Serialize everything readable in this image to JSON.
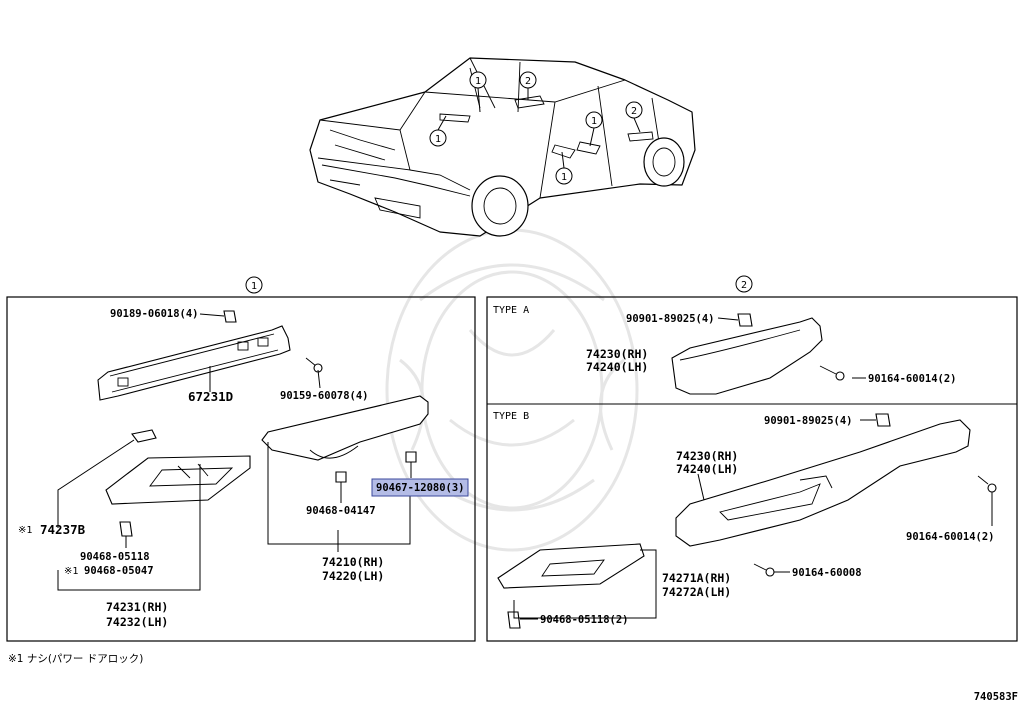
{
  "callouts": {
    "one": "1",
    "two": "2"
  },
  "panel1": {
    "parts": {
      "p90189": "90189-06018(4)",
      "p90159": "90159-60078(4)",
      "p67231": "67231D",
      "p74237": "74237B",
      "p74237_mark": "※1",
      "p90468_05118": "90468-05118",
      "p90468_05047": "90468-05047",
      "p90468_05047_mark": "※1",
      "p90468_04147": "90468-04147",
      "p90467": "90467-12080(3)",
      "p74231": "74231(RH)",
      "p74232": "74232(LH)",
      "p74210": "74210(RH)",
      "p74220": "74220(LH)"
    }
  },
  "panel2": {
    "typeA": {
      "title": "TYPE A",
      "p90901": "90901-89025(4)",
      "p74230": "74230(RH)",
      "p74240": "74240(LH)",
      "p90164": "90164-60014(2)"
    },
    "typeB": {
      "title": "TYPE B",
      "p90901": "90901-89025(4)",
      "p74230": "74230(RH)",
      "p74240": "74240(LH)",
      "p90164_2": "90164-60014(2)",
      "p90164": "90164-60008",
      "p74271": "74271A(RH)",
      "p74272": "74272A(LH)",
      "p90468": "90468-05118(2)"
    }
  },
  "footnote": "※1 ナシ(パワー  ドアロック)",
  "diagram_code": "740583F",
  "colors": {
    "highlight_fill": "#b4bce6",
    "highlight_stroke": "#3c4a9c",
    "line": "#000000",
    "watermark": "#e6e6e6"
  }
}
